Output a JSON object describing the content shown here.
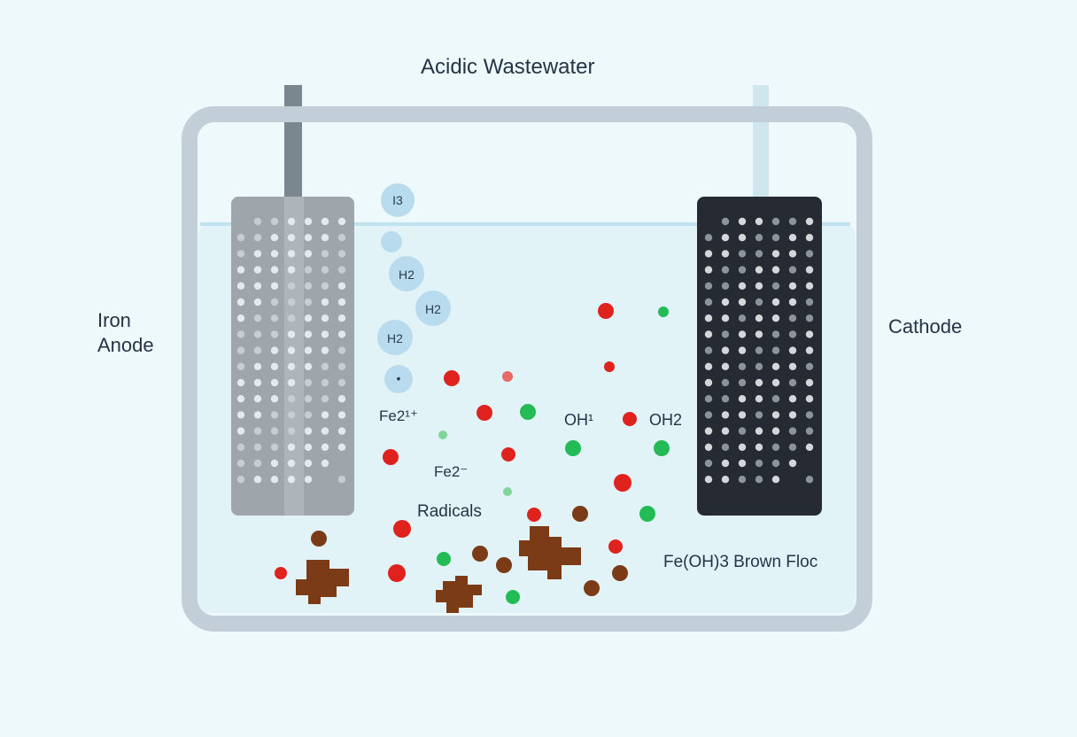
{
  "title": "Acidic Wastewater",
  "labels": {
    "anode": "Iron\nAnode",
    "cathode": "Cathode",
    "fe2plus": "Fe2¹⁺",
    "fe2minus": "Fe2⁻",
    "oh_minus": "OH¹",
    "oh2": "OH2",
    "radicals": "Radicals",
    "floc": "Fe(OH)3 Brown Floc"
  },
  "bubbles": [
    "I3",
    "",
    "H2",
    "H2",
    "H2",
    "•"
  ],
  "colors": {
    "background": "#eef9fb",
    "tank_wall": "#c3cfd8",
    "water": "#e2f3f8",
    "anode": "#9ea6ac",
    "cathode": "#262b33",
    "bubble": "#b8dced",
    "fe_ion_red": "#e0221f",
    "hydroxide_green": "#22bb55",
    "floc_brown": "#7a3b16"
  }
}
